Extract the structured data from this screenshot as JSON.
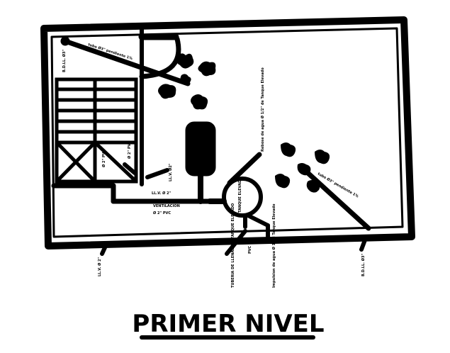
{
  "title": "PRIMER NIVEL",
  "labels": {
    "bdll_top_left": "B.D.LL. Ø3\"",
    "bdll_bottom_right": "B.D.LL. Ø3\"",
    "llv_left": "LL.V. Ø 2\"",
    "llv_small": "LL.V. Ø2\"",
    "slope_top": "tubo Ø3\" pendiente 1%",
    "slope_right": "tubo Ø3\" pendiente 1%",
    "tanque": "TANQUE ELEVADO",
    "rebose_tanque": "Rebose de agua Ø 1/2\" de Tanque Elevado",
    "tuberia_llenado": "TUBERIA DE LLENADO A TANQUE ELEVADO",
    "impulsion": "Impulsion de agua Ø 1\" al Tanque Elevado",
    "ventilacion": "VENTILACION",
    "pvc": "PVC",
    "stair_label": "Ø 2\" PVC",
    "pipe_note_1": "LL.V. Ø 2\"",
    "pipe_note_2": "Ø 2\" PVC",
    "pipe_note_3": "Ø 2\" PVC"
  }
}
